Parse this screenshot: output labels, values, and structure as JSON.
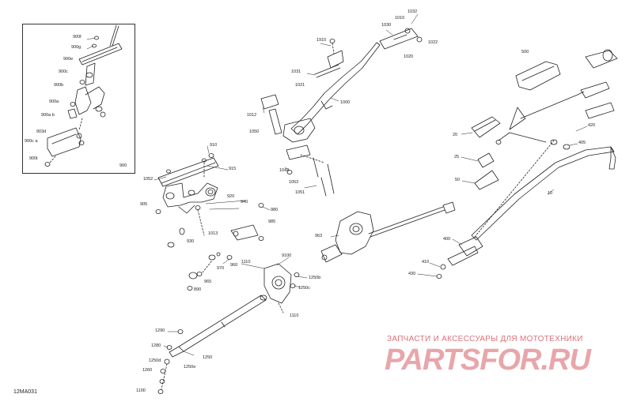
{
  "diagram": {
    "code": "12MA031",
    "watermark": {
      "text": "ЗАПЧАСТИ И АКСЕССУАРЫ ДЛЯ МОТОТЕХНИКИ",
      "logo": "PARTSFOR.RU"
    },
    "labels": {
      "p900": "900",
      "p900f": "900f",
      "p900g": "900g",
      "p900e": "900e",
      "p900c": "900c",
      "p900b": "900b",
      "p900a": "900a",
      "p900a_b": "900a b",
      "p903d": "903d",
      "p900c_a": "900c a",
      "p900t": "900t",
      "p1052": "1052",
      "p905": "905",
      "p910": "910",
      "p915": "915",
      "p920": "920",
      "p940": "940",
      "p980": "980",
      "p985": "985",
      "p1013": "1013",
      "p930": "930",
      "p970": "970",
      "p960": "960",
      "p965": "965",
      "p890": "890",
      "p1110a": "1110",
      "p9100": "9100",
      "p1250b": "1250b",
      "p1250c": "1250c",
      "p1110b": "1110",
      "p963": "963",
      "p1290": "1290",
      "p1280": "1280",
      "p1250d": "1250d",
      "p1260": "1260",
      "p1250e": "1250e",
      "p1250": "1250",
      "p1100": "1100",
      "p1910": "1910",
      "p1030": "1030",
      "p1032": "1032",
      "p1010": "1010",
      "p1022": "1022",
      "p1020": "1020",
      "p1031": "1031",
      "p1021": "1021",
      "p1000": "1000",
      "p1012": "1012",
      "p1050": "1050",
      "p1042": "1042",
      "p1053": "1053",
      "p1051": "1051",
      "p500": "500",
      "p20": "20",
      "p25": "25",
      "p50": "50",
      "p420": "420",
      "p405": "405",
      "p10": "10",
      "p400": "400",
      "p410": "410",
      "p430": "430"
    }
  }
}
